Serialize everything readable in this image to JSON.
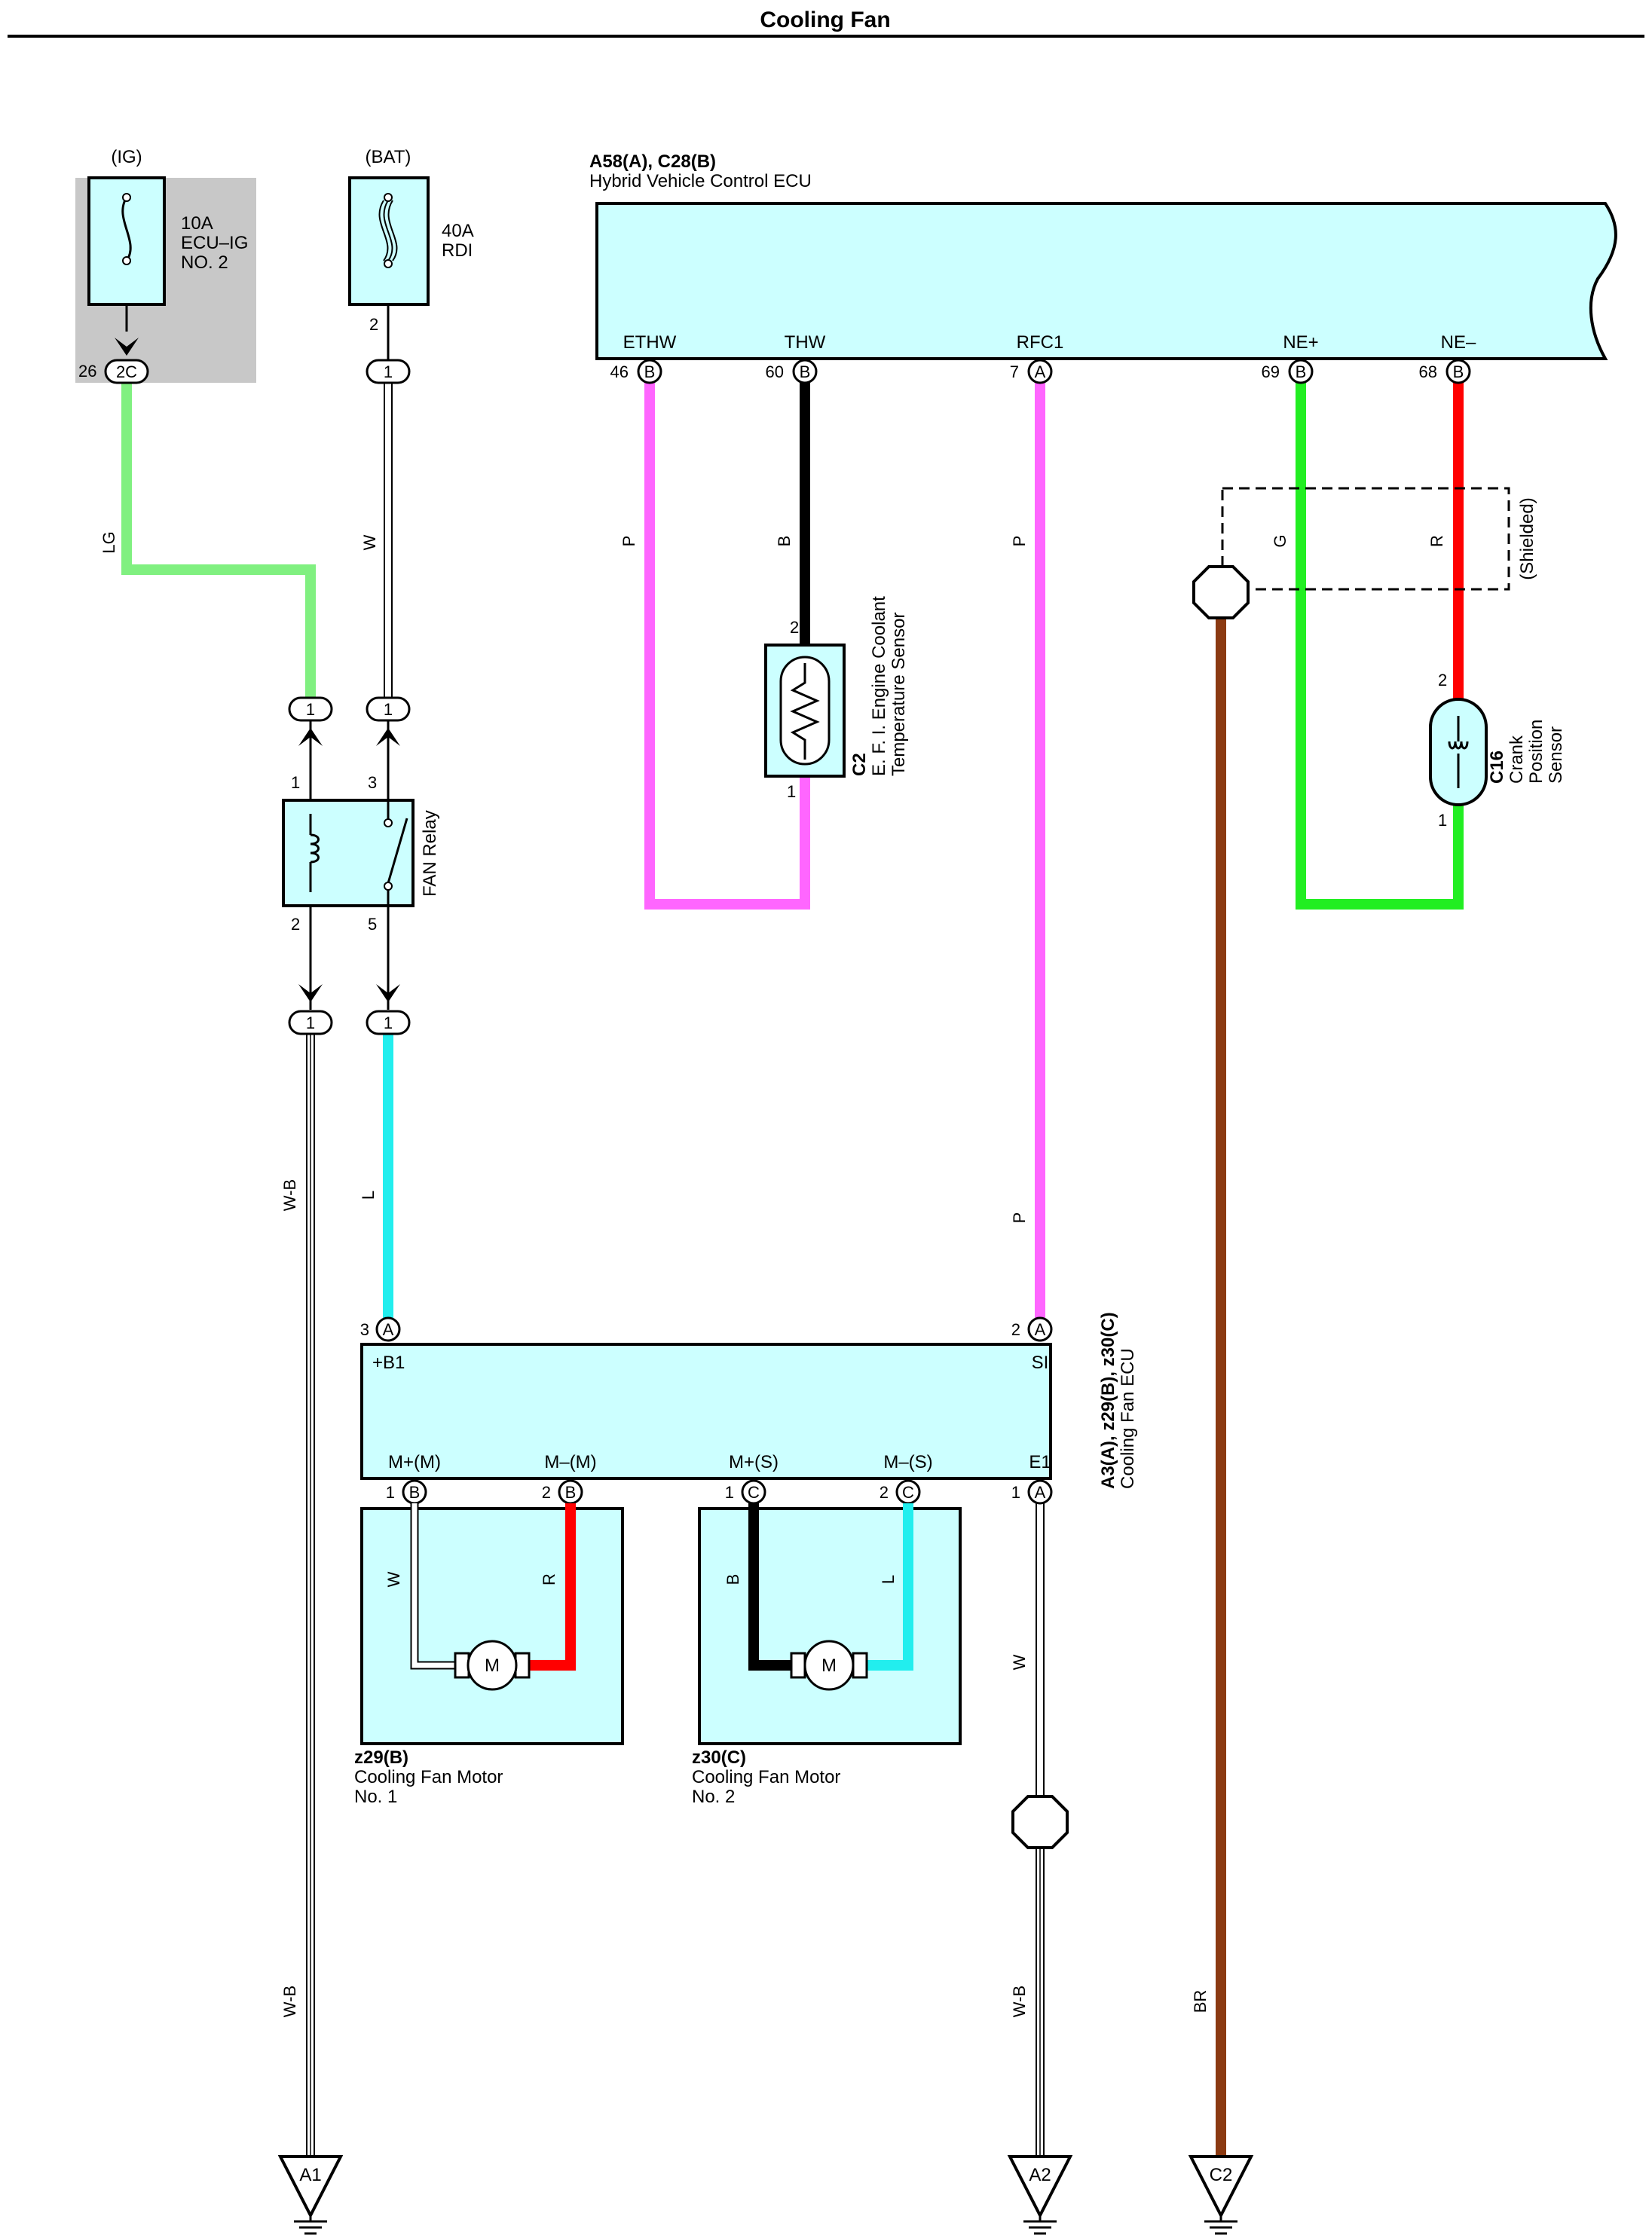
{
  "title": "Cooling Fan",
  "colors": {
    "component_fill": "#ccffff",
    "fuse_area": "#c8c8c8",
    "LG": "#80f080",
    "W": "#ffffff",
    "P": "#ff66ff",
    "B": "#000000",
    "G": "#22ee22",
    "R": "#ff0000",
    "L": "#22eeee",
    "BR": "#8b3a12",
    "W-B": "#ffffff"
  },
  "fuses": [
    {
      "source": "(IG)",
      "rating": "10A",
      "name_l1": "ECU–IG",
      "name_l2": "NO. 2",
      "pin_left": "26",
      "pin_connector": "2C",
      "wire": "LG"
    },
    {
      "source": "(BAT)",
      "rating": "40A",
      "name_l1": "RDI",
      "pin_left": "2",
      "pin_connector": "1",
      "wire": "W"
    }
  ],
  "ecu": {
    "code": "A58(A), C28(B)",
    "name": "Hybrid Vehicle Control ECU",
    "terminals": [
      {
        "name": "ETHW",
        "pin": "46",
        "conn": "B",
        "wire": "P"
      },
      {
        "name": "THW",
        "pin": "60",
        "conn": "B",
        "wire": "B"
      },
      {
        "name": "RFC1",
        "pin": "7",
        "conn": "A",
        "wire": "P"
      },
      {
        "name": "NE+",
        "pin": "69",
        "conn": "B",
        "wire": "G"
      },
      {
        "name": "NE–",
        "pin": "68",
        "conn": "B",
        "wire": "R"
      }
    ]
  },
  "shielded": "(Shielded)",
  "temp_sensor": {
    "code": "C2",
    "name_l1": "E. F. I.  Engine Coolant",
    "name_l2": "Temperature Sensor",
    "pin_top": "2",
    "pin_bottom": "1"
  },
  "crank_sensor": {
    "code": "C16",
    "name_l1": "Crank",
    "name_l2": "Position",
    "name_l3": "Sensor",
    "pin_top": "2",
    "pin_bottom": "1"
  },
  "relay": {
    "name": "FAN Relay",
    "pins": {
      "p1": "1",
      "p2": "2",
      "p3": "3",
      "p5": "5"
    },
    "junction_top": "1",
    "junction_bottom": "1"
  },
  "fan_ecu": {
    "code": "A3(A), z29(B), z30(C)",
    "name": "Cooling Fan ECU",
    "terminals": {
      "b1": {
        "name": "+B1",
        "pin": "3",
        "conn": "A"
      },
      "si": {
        "name": "SI",
        "pin": "2",
        "conn": "A"
      },
      "mpm": {
        "name": "M+(M)",
        "pin": "1",
        "conn": "B"
      },
      "mmm": {
        "name": "M–(M)",
        "pin": "2",
        "conn": "B"
      },
      "mps": {
        "name": "M+(S)",
        "pin": "1",
        "conn": "C"
      },
      "mms": {
        "name": "M–(S)",
        "pin": "2",
        "conn": "C"
      },
      "e1": {
        "name": "E1",
        "pin": "1",
        "conn": "A"
      }
    }
  },
  "motors": [
    {
      "code": "z29(B)",
      "name_l1": "Cooling Fan Motor",
      "name_l2": "No.  1",
      "symbol": "M",
      "wire_left": "W",
      "wire_right": "R"
    },
    {
      "code": "z30(C)",
      "name_l1": "Cooling Fan Motor",
      "name_l2": "No.  2",
      "symbol": "M",
      "wire_left": "B",
      "wire_right": "L"
    }
  ],
  "wire_labels": {
    "lg": "LG",
    "w_bat": "W",
    "p_ethw": "P",
    "b_thw": "B",
    "p_rfc1": "P",
    "p_rfc1_lower": "P",
    "g": "G",
    "r": "R",
    "wb_left": "W-B",
    "l_b1": "L",
    "wb_left_lower": "W-B",
    "w_e1": "W",
    "wb_e1": "W-B",
    "br": "BR"
  },
  "grounds": [
    {
      "label": "A1"
    },
    {
      "label": "A2"
    },
    {
      "label": "C2"
    }
  ]
}
